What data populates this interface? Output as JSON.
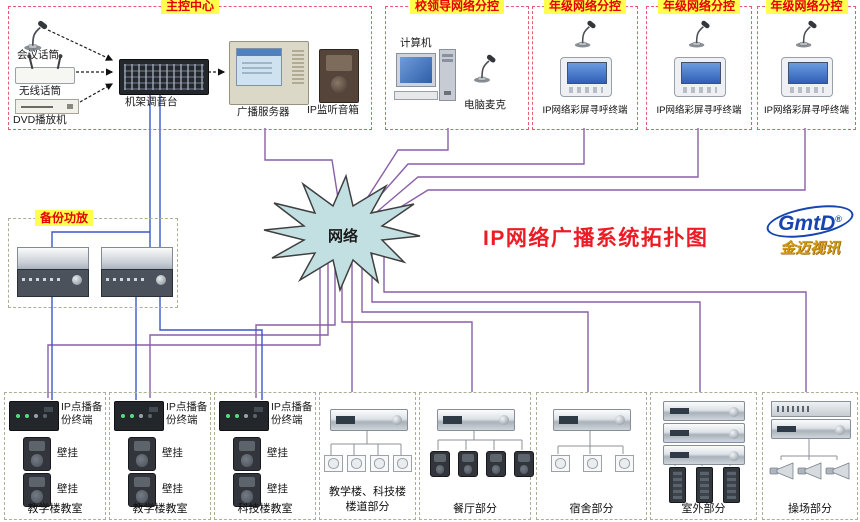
{
  "title": "IP网络广播系统拓扑图",
  "network": {
    "label": "网络"
  },
  "logo": {
    "brand": "GmtD",
    "reg": "®",
    "name": "金迈视讯"
  },
  "colors": {
    "title_red": "#ed1c24",
    "group_label_bg": "#ffff4d",
    "group_label_text": "#e60000",
    "top_box_border": "#ea5a70",
    "bottom_box_border": "#a9b195",
    "line_purple": "#8a5fa8",
    "line_blue": "#3a57c9",
    "network_fill": "#c2e0e2"
  },
  "main_control": {
    "label": "主控中心",
    "conference_mic": "会议话筒",
    "wireless_mic": "无线话筒",
    "dvd_player": "DVD播放机",
    "rack_mixer": "机架调音台",
    "broadcast_server": "广播服务器",
    "ip_monitor_speaker": "IP监听音箱"
  },
  "leader_control": {
    "label": "校领导网络分控",
    "computer": "计算机",
    "pc_mic": "电脑麦克"
  },
  "grade_controls": [
    {
      "label": "年级网络分控",
      "terminal": "IP网络彩屏寻呼终端"
    },
    {
      "label": "年级网络分控",
      "terminal": "IP网络彩屏寻呼终端"
    },
    {
      "label": "年级网络分控",
      "terminal": "IP网络彩屏寻呼终端"
    }
  ],
  "backup_amp": {
    "label": "备份功放"
  },
  "classrooms": [
    {
      "terminal": "IP点播备份终端",
      "speaker": "壁挂",
      "label": "教学楼教室"
    },
    {
      "terminal": "IP点播备份终端",
      "speaker": "壁挂",
      "label": "教学楼教室"
    },
    {
      "terminal": "IP点播备份终端",
      "speaker": "壁挂",
      "label": "科技楼教室"
    }
  ],
  "zones": [
    {
      "label": "教学楼、科技楼楼道部分"
    },
    {
      "label": "餐厅部分"
    },
    {
      "label": "宿舍部分"
    },
    {
      "label": "室外部分"
    },
    {
      "label": "操场部分"
    }
  ]
}
